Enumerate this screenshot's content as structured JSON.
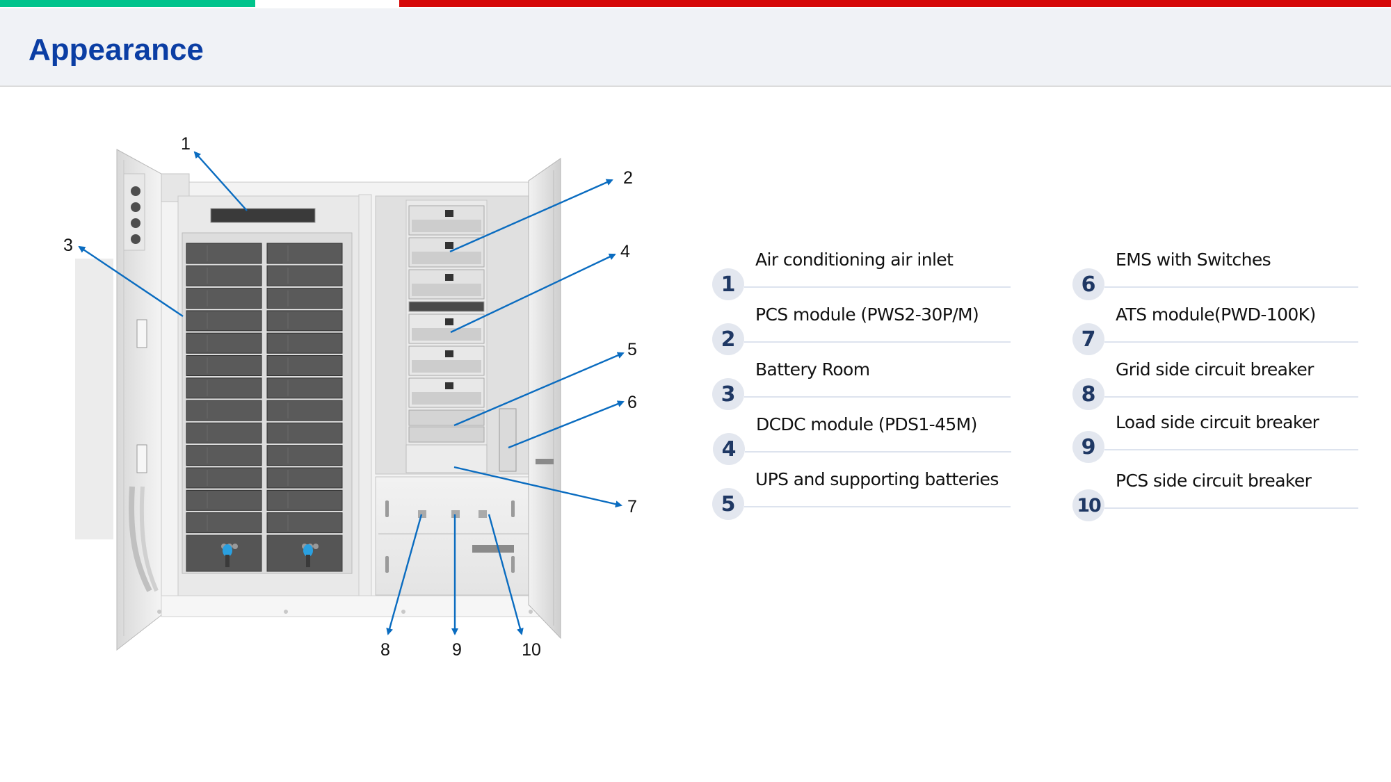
{
  "colors": {
    "brand_green": "#00c48c",
    "brand_white": "#ffffff",
    "brand_red": "#d60808",
    "title": "#0b3ea4",
    "callout_arrow": "#0a6cc0",
    "badge_bg": "#e3e7ef",
    "badge_text": "#1f3864",
    "rule": "#dde3ee"
  },
  "header": {
    "title": "Appearance"
  },
  "figure": {
    "description": "Energy storage cabinet with open doors",
    "callouts": [
      "1",
      "2",
      "3",
      "4",
      "5",
      "6",
      "7",
      "8",
      "9",
      "10"
    ]
  },
  "legend": {
    "items": [
      {
        "number": "1",
        "label": "Air conditioning air inlet"
      },
      {
        "number": "2",
        "label": "PCS module (PWS2-30P/M)"
      },
      {
        "number": "3",
        "label": "Battery Room"
      },
      {
        "number": "4",
        "label": "DCDC module (PDS1-45M)"
      },
      {
        "number": "5",
        "label": "UPS and supporting batteries"
      },
      {
        "number": "6",
        "label": "EMS with Switches"
      },
      {
        "number": "7",
        "label": "ATS module(PWD-100K)"
      },
      {
        "number": "8",
        "label": "Grid side circuit breaker"
      },
      {
        "number": "9",
        "label": "Load side circuit breaker"
      },
      {
        "number": "10",
        "label": "PCS side circuit breaker"
      }
    ]
  }
}
